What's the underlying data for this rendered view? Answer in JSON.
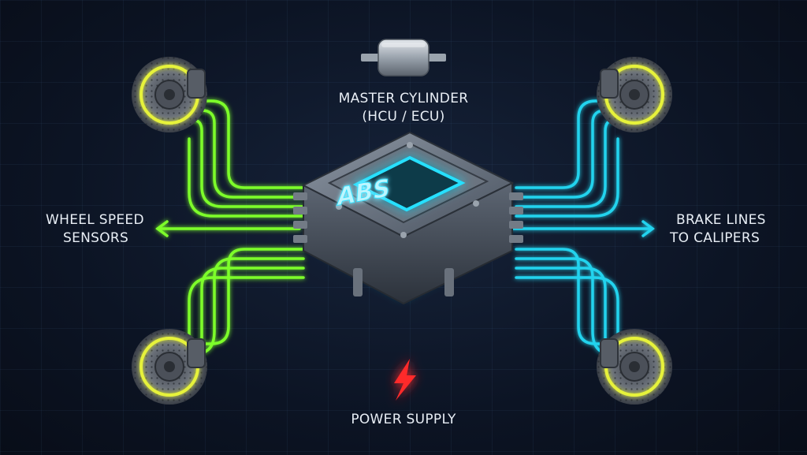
{
  "labels": {
    "master_cylinder": "MASTER CYLINDER",
    "master_cylinder_sub": "(HCU / ECU)",
    "wheel_speed_line1": "WHEEL SPEED",
    "wheel_speed_line2": "SENSORS",
    "brake_lines_line1": "BRAKE LINES",
    "brake_lines_line2": "TO CALIPERS",
    "power_supply": "POWER SUPPLY",
    "module_text": "ABS"
  },
  "icons": {
    "module": "abs-module-icon",
    "cylinder": "master-cylinder-icon",
    "power": "lightning-bolt-icon",
    "rotor": "brake-rotor-icon"
  },
  "colors": {
    "sensor_lines": "#7dff2a",
    "brake_lines": "#22d3ee",
    "rotor_ring": "#e6f23a",
    "module_glow": "#27e0ff",
    "power": "#ff2a2a",
    "text": "#e8eef5"
  }
}
